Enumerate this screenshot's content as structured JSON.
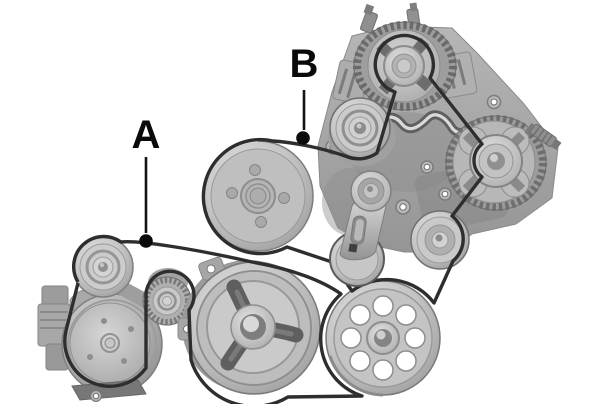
{
  "figure": {
    "type": "engine-serpentine-belt-routing-diagram",
    "background_color": "#ffffff",
    "artwork_colors": {
      "belt": "#2e2e2e",
      "metal_light": "#cdcdcd",
      "metal_mid": "#a9a9a9",
      "metal_dark": "#7e7e7e",
      "label": "#0a0a0a"
    },
    "callouts": [
      {
        "label": "A"
      },
      {
        "label": "B"
      }
    ]
  }
}
